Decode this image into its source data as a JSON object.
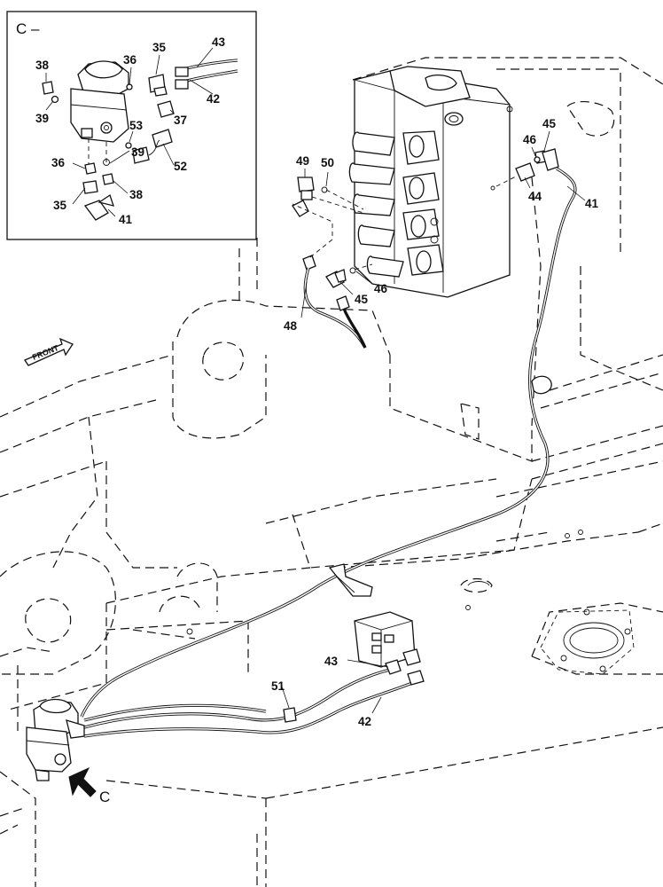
{
  "inset": {
    "title": "C –"
  },
  "front_arrow_text": "FRONT",
  "view_marker": "C",
  "callouts": {
    "inset_38a": "38",
    "inset_36a": "36",
    "inset_35a": "35",
    "inset_43": "43",
    "inset_39a": "39",
    "inset_42": "42",
    "inset_37": "37",
    "inset_53": "53",
    "inset_36b": "36",
    "inset_39b": "39",
    "inset_52": "52",
    "inset_38b": "38",
    "inset_35b": "35",
    "inset_41": "41",
    "main_49": "49",
    "main_50": "50",
    "main_45a": "45",
    "main_46a": "46",
    "main_41": "41",
    "main_44": "44",
    "main_45b": "45",
    "main_46b": "46",
    "main_48": "48",
    "main_43": "43",
    "main_51": "51",
    "main_42": "42"
  }
}
